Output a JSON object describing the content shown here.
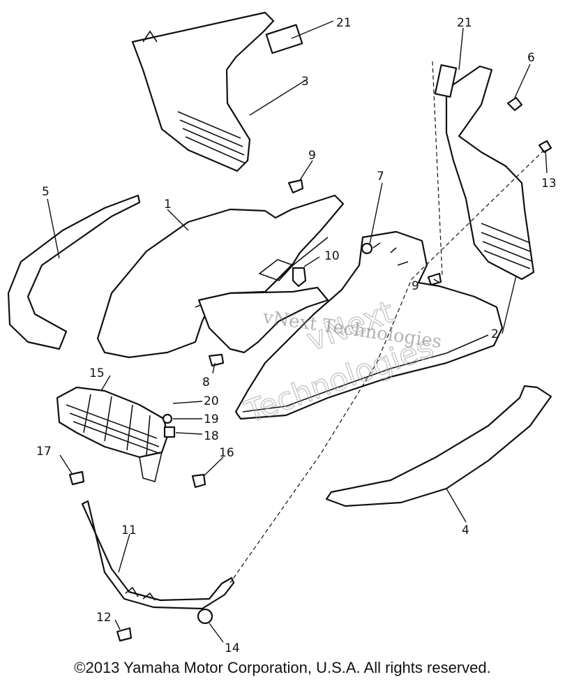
{
  "callouts": [
    "1",
    "2",
    "3",
    "4",
    "5",
    "6",
    "7",
    "8",
    "9",
    "9",
    "10",
    "11",
    "12",
    "13",
    "14",
    "15",
    "16",
    "17",
    "18",
    "19",
    "20",
    "21",
    "21"
  ],
  "watermark": {
    "line1": "vNext Technologies",
    "line2a": "vNext",
    "line2b": "Technologies"
  },
  "copyright": "©2013 Yamaha Motor Corporation, U.S.A. All rights reserved."
}
